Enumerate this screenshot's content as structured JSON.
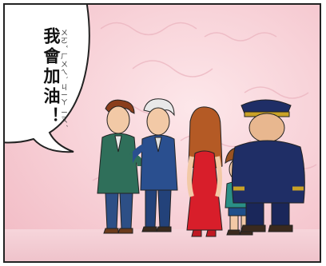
{
  "speech_bubble": {
    "text": "我會加油！",
    "ruby": "ㄨㄛˇ ㄏㄨㄟˋ ㄐㄧㄚ ㄧㄡˊ"
  },
  "characters": [
    {
      "name": "man-in-green-suit"
    },
    {
      "name": "older-man-in-blue-suit"
    },
    {
      "name": "woman-in-red-dress"
    },
    {
      "name": "boy-in-teal-shirt"
    },
    {
      "name": "police-officer"
    }
  ],
  "colors": {
    "background": "#f8d3d9",
    "green_suit": "#2f6f5a",
    "blue_suit": "#2a4f8f",
    "red_dress": "#d81e2a",
    "police_uniform": "#1f2e66"
  }
}
